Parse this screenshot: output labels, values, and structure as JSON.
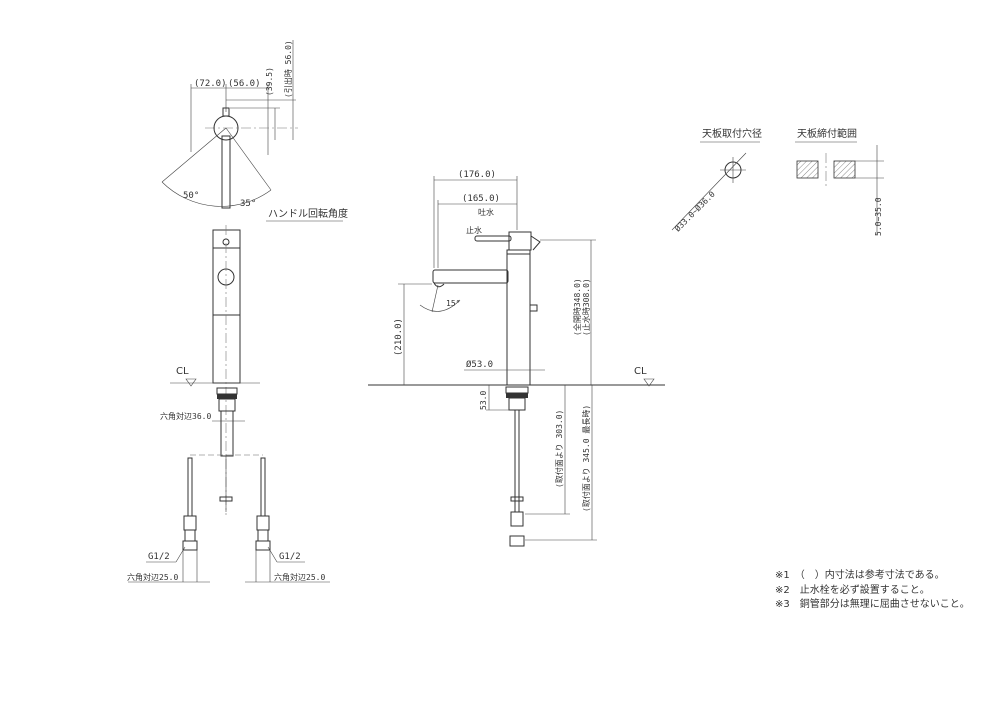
{
  "top_view": {
    "dim_left": "(72.0)",
    "dim_right": "(56.0)",
    "dim_lever": "(39.5)",
    "dim_pullout": "(引出時 56.0)",
    "angle_left": "50°",
    "angle_right": "35°",
    "title": "ハンドル回転角度"
  },
  "front_view": {
    "cl": "CL",
    "hex_body": "六角対辺36.0",
    "thread_left": "G1/2",
    "thread_right": "G1/2",
    "hex_left": "六角対辺25.0",
    "hex_right": "六角対辺25.0"
  },
  "side_view": {
    "dim_reach_total": "(176.0)",
    "dim_reach_spout": "(165.0)",
    "label_open": "吐水",
    "label_close": "止水",
    "angle": "15°",
    "dim_spout_height": "(210.0)",
    "dim_diameter": "Ø53.0",
    "dim_shank": "53.0",
    "dim_height_open": "(全開時348.0)",
    "dim_height_closed": "(止水時308.0)",
    "dim_pipe": "(取付面より 303.0)",
    "dim_pipe_max": "(取付面より 345.0 最長時)",
    "cl": "CL"
  },
  "hole": {
    "title": "天板取付穴径",
    "dim": "Ø33.0~Ø36.0"
  },
  "clamp": {
    "title": "天板締付範囲",
    "dim": "5.0~35.0"
  },
  "notes": [
    "※1　（　）内寸法は参考寸法である。",
    "※2　止水栓を必ず設置すること。",
    "※3　銅管部分は無理に屈曲させないこと。"
  ]
}
